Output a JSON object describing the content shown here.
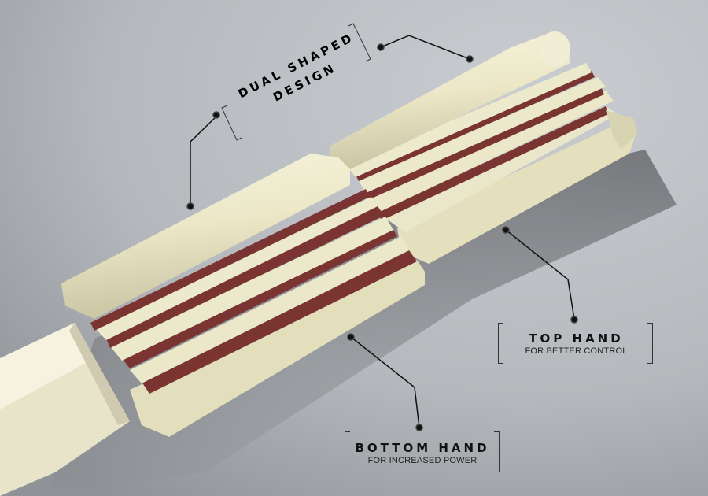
{
  "annotations": {
    "dual": {
      "line1": "DUAL SHAPED",
      "line2": "DESIGN"
    },
    "top_hand": {
      "title": "TOP HAND",
      "subtitle": "FOR BETTER CONTROL"
    },
    "bottom_hand": {
      "title": "BOTTOM HAND",
      "subtitle": "FOR INCREASED POWER"
    }
  },
  "colors": {
    "background": "#b8bbbf",
    "cream": "#e9e5c6",
    "maroon": "#7a3431",
    "ink": "#111111"
  }
}
